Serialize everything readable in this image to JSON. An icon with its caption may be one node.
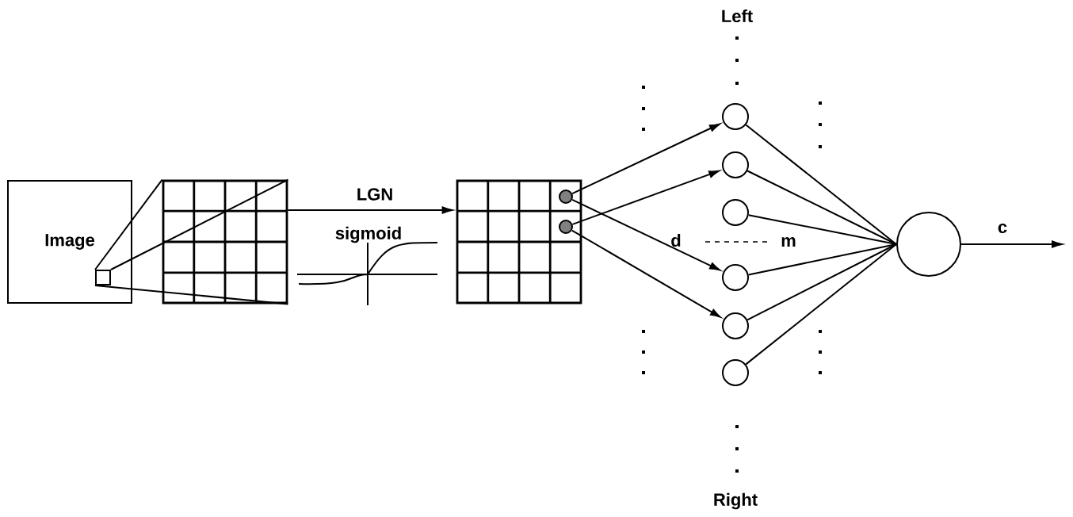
{
  "diagram": {
    "nodes": [
      {
        "text": [
          "Image"
        ]
      },
      {
        "text": [],
        "shape": "box",
        "in": 0
      },
      {
        "text": [],
        "shape": "grid"
      },
      {
        "text": [],
        "shape": "grid"
      },
      {
        "text": [],
        "shape": "circle",
        "in": 3
      },
      {
        "text": [],
        "shape": "circle",
        "in": 3
      },
      {
        "text": [],
        "shape": "circle"
      },
      {
        "text": [],
        "shape": "circle"
      },
      {
        "text": [],
        "shape": "circle"
      },
      {
        "text": [],
        "shape": "circle"
      },
      {
        "text": [],
        "shape": "circle"
      },
      {
        "text": [],
        "shape": "circle"
      },
      {
        "text": [],
        "shape": "circle"
      }
    ],
    "edges": [
      {
        "from": 1,
        "to": 2,
        "arrow": "none"
      },
      {
        "from": 1,
        "to": 2,
        "arrow": "none"
      },
      {
        "from": 1,
        "to": 2,
        "arrow": "none"
      },
      {
        "from": 2,
        "to": 3,
        "arrow": "to",
        "label": "LGN"
      },
      {
        "from": 4,
        "to": 6,
        "arrow": "to"
      },
      {
        "from": 4,
        "to": 9,
        "arrow": "to"
      },
      {
        "from": 5,
        "to": 7,
        "arrow": "to"
      },
      {
        "from": 5,
        "to": 10,
        "arrow": "to"
      },
      {
        "from": 6,
        "to": 12,
        "arrow": "none"
      },
      {
        "from": 7,
        "to": 12,
        "arrow": "none"
      },
      {
        "from": 8,
        "to": 12,
        "arrow": "none"
      },
      {
        "from": 9,
        "to": 12,
        "arrow": "none"
      },
      {
        "from": 10,
        "to": 12,
        "arrow": "none"
      },
      {
        "from": 11,
        "to": 12,
        "arrow": "none"
      },
      {
        "from": 12,
        "to": null,
        "arrow": "to",
        "label": "c"
      }
    ],
    "labels": [
      "Left",
      "sigmoid",
      "d",
      "m",
      "Right"
    ]
  }
}
